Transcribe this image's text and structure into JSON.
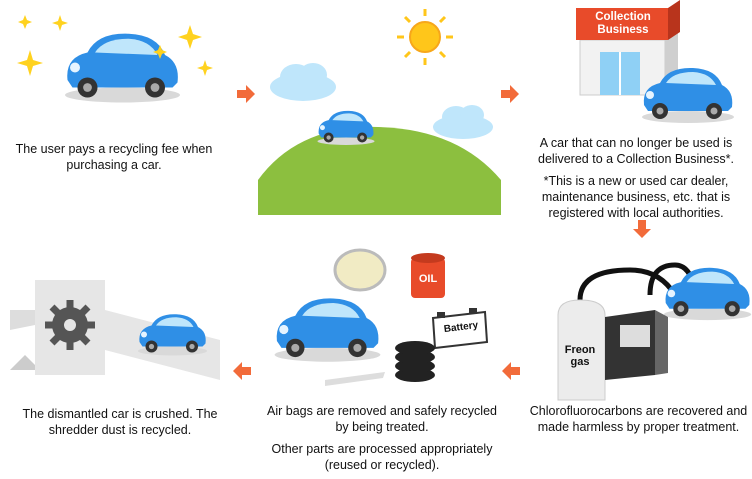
{
  "colors": {
    "arrow": "#f26b3a",
    "car": "#2f8fe6",
    "hill": "#8cbf3f",
    "sign": "#e84b2a",
    "sun": "#ffc61a"
  },
  "steps": [
    {
      "id": "purchase",
      "text": [
        "The user pays a recycling fee when purchasing a car."
      ]
    },
    {
      "id": "driving",
      "text": []
    },
    {
      "id": "collection",
      "sign": "Collection Business",
      "text": [
        "A car that can no longer be used is delivered to a Collection Business*.",
        "*This is a new or used car dealer, maintenance business, etc. that is registered with local authorities."
      ]
    },
    {
      "id": "freon",
      "tank_label": "Freon gas",
      "text": [
        "Chlorofluorocarbons are recovered and made harmless by proper treatment."
      ]
    },
    {
      "id": "airbags",
      "oil_label": "OIL",
      "battery_label": "Battery",
      "text": [
        "Air bags are removed and safely recycled by being treated.",
        "Other parts are processed appropriately (reused or recycled)."
      ]
    },
    {
      "id": "shredder",
      "text": [
        "The dismantled car is crushed. The shredder dust is recycled."
      ]
    }
  ]
}
